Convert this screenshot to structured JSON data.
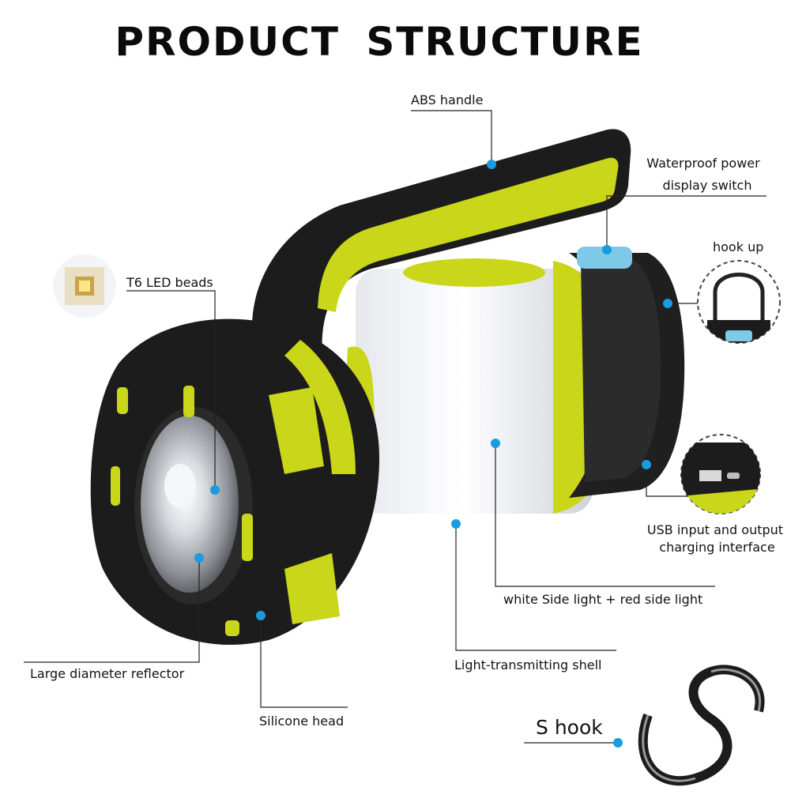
{
  "title": "PRODUCT  STRUCTURE",
  "labels": {
    "abs_handle": "ABS handle",
    "waterproof_switch_line1": "Waterproof power",
    "waterproof_switch_line2": "display switch",
    "hook_up": "hook up",
    "t6_led": "T6 LED beads",
    "usb_line1": "USB input and output",
    "usb_line2": "charging interface",
    "side_light": "white Side light + red side light",
    "shell": "Light-transmitting shell",
    "reflector": "Large diameter reflector",
    "silicone_head": "Silicone head",
    "s_hook": "S hook"
  },
  "colors": {
    "accent_yellow": "#c9d61a",
    "body_black": "#1c1c1c",
    "marker_blue": "#1a9be0",
    "switch_blue": "#7ec8e8"
  }
}
